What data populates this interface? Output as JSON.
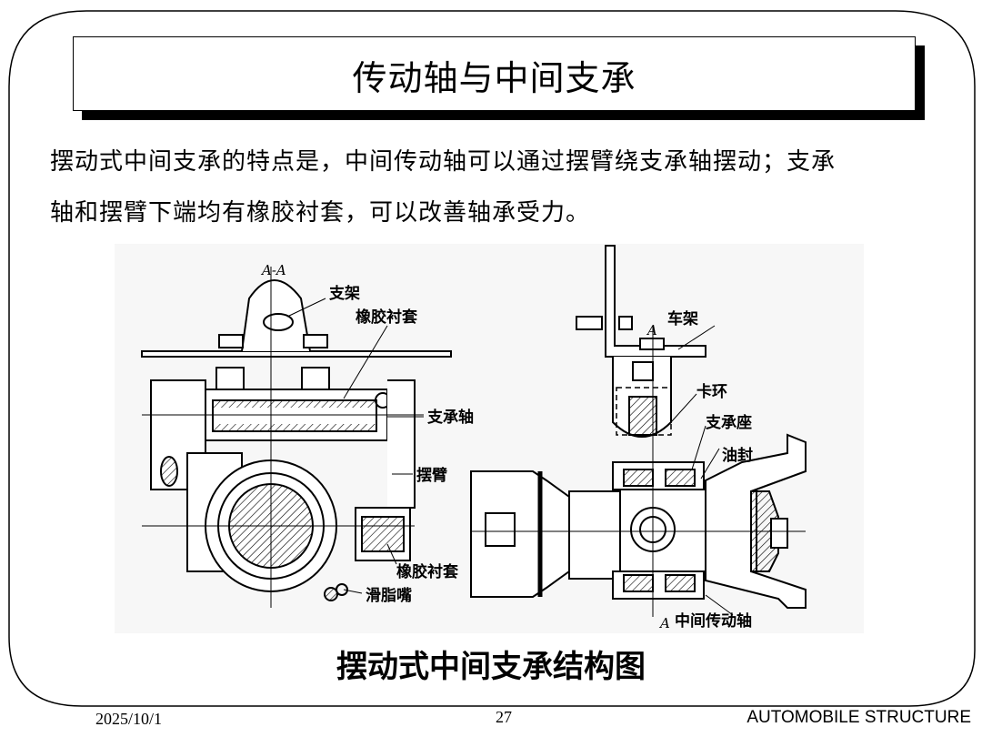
{
  "slide": {
    "title": "传动轴与中间支承",
    "body_lines": [
      "摆动式中间支承的特点是，中间传动轴可以通过摆臂绕支承轴摆动；支承",
      "轴和摆臂下端均有橡胶衬套，可以改善轴承受力。"
    ],
    "caption": "摆动式中间支承结构图"
  },
  "figure": {
    "labels": {
      "section_left": "A-A",
      "bracket": "支架",
      "rubber_bushing_top": "橡胶衬套",
      "support_shaft": "支承轴",
      "swing_arm": "摆臂",
      "rubber_bushing_bottom": "橡胶衬套",
      "grease_nipple": "滑脂嘴",
      "frame": "车架",
      "section_mark_top": "A",
      "snap_ring": "卡环",
      "bearing_seat": "支承座",
      "oil_seal": "油封",
      "section_mark_bottom": "A",
      "intermediate_shaft": "中间传动轴"
    }
  },
  "footer": {
    "date": "2025/10/1",
    "page": "27",
    "course": "AUTOMOBILE STRUCTURE"
  }
}
